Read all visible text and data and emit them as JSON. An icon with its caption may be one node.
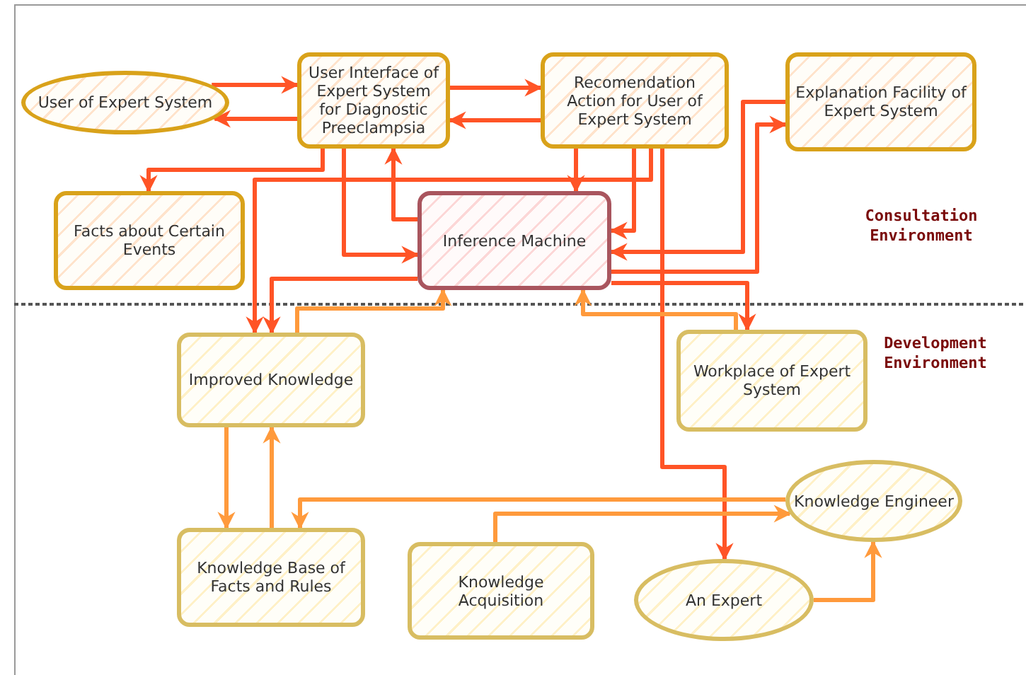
{
  "diagram": {
    "nodes": [
      {
        "text": [
          "User of Expert System"
        ]
      },
      {
        "text": [
          "User Interface of Expert System for Diagnostic Preeclampsia"
        ]
      },
      {
        "text": [
          "Recomendation Action for User of Expert System"
        ]
      },
      {
        "text": [
          "Explanation Facility of Expert System"
        ]
      },
      {
        "text": [
          "Facts about Certain Events"
        ]
      },
      {
        "text": [
          "Inference Machine"
        ]
      },
      {
        "text": [
          "Improved Knowledge"
        ]
      },
      {
        "text": [
          "Workplace of Expert System"
        ]
      },
      {
        "text": [
          "Knowledge Engineer"
        ]
      },
      {
        "text": [
          "Knowledge Base of Facts and Rules"
        ]
      },
      {
        "text": [
          "Knowledge Acquisition"
        ]
      },
      {
        "text": [
          "An Expert"
        ]
      }
    ],
    "edges": [
      {
        "from": 0,
        "to": 1,
        "arrow": "to"
      },
      {
        "from": 1,
        "to": 0,
        "arrow": "to"
      },
      {
        "from": 1,
        "to": 2,
        "arrow": "to"
      },
      {
        "from": 2,
        "to": 1,
        "arrow": "to"
      },
      {
        "from": 1,
        "to": 4,
        "arrow": "to"
      },
      {
        "from": 2,
        "to": 6,
        "arrow": "to"
      },
      {
        "from": 5,
        "to": 6,
        "arrow": "to"
      },
      {
        "from": 1,
        "to": 5,
        "arrow": "to"
      },
      {
        "from": 5,
        "to": 1,
        "arrow": "to"
      },
      {
        "from": 2,
        "to": 5,
        "arrow": "to"
      },
      {
        "from": 2,
        "to": 5,
        "arrow": "to"
      },
      {
        "from": 3,
        "to": 5,
        "arrow": "to"
      },
      {
        "from": 5,
        "to": 3,
        "arrow": "to"
      },
      {
        "from": 2,
        "to": 11,
        "arrow": "to"
      },
      {
        "from": 5,
        "to": 7,
        "arrow": "to"
      },
      {
        "from": 6,
        "to": 5,
        "arrow": "to",
        "color": "#ff9a3c"
      },
      {
        "from": 7,
        "to": 5,
        "arrow": "to",
        "color": "#ff9a3c"
      },
      {
        "from": 6,
        "to": 9,
        "arrow": "to",
        "color": "#ff9a3c"
      },
      {
        "from": 9,
        "to": 6,
        "arrow": "to",
        "color": "#ff9a3c"
      },
      {
        "from": 8,
        "to": 9,
        "arrow": "to",
        "color": "#ff9a3c"
      },
      {
        "from": 10,
        "to": 8,
        "arrow": "to",
        "color": "#ff9a3c"
      },
      {
        "from": 11,
        "to": 8,
        "arrow": "to",
        "color": "#ff9a3c"
      }
    ],
    "labels": [
      "Consultation Environment",
      "Development Environment"
    ]
  }
}
